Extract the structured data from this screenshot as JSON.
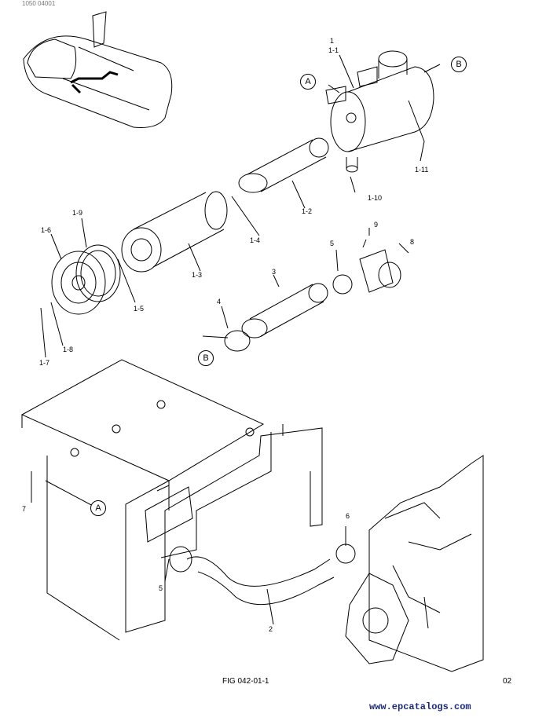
{
  "header": {
    "code": "1050 04001"
  },
  "figure": {
    "label": "FIG 042-01-1",
    "page": "02"
  },
  "watermark": "www.epcatalogs.com",
  "callouts": {
    "A_top": "A",
    "B_top": "B",
    "B_mid": "B",
    "A_low": "A"
  },
  "parts": {
    "p1": "1",
    "p1_1": "1-1",
    "p1_2": "1-2",
    "p1_3": "1-3",
    "p1_4": "1-4",
    "p1_5": "1-5",
    "p1_6": "1-6",
    "p1_7": "1-7",
    "p1_8": "1-8",
    "p1_9": "1-9",
    "p1_10": "1-10",
    "p1_11": "1-11",
    "p2": "2",
    "p3": "3",
    "p4": "4",
    "p5a": "5",
    "p5b": "5",
    "p6": "6",
    "p7": "7",
    "p8": "8",
    "p9": "9"
  }
}
